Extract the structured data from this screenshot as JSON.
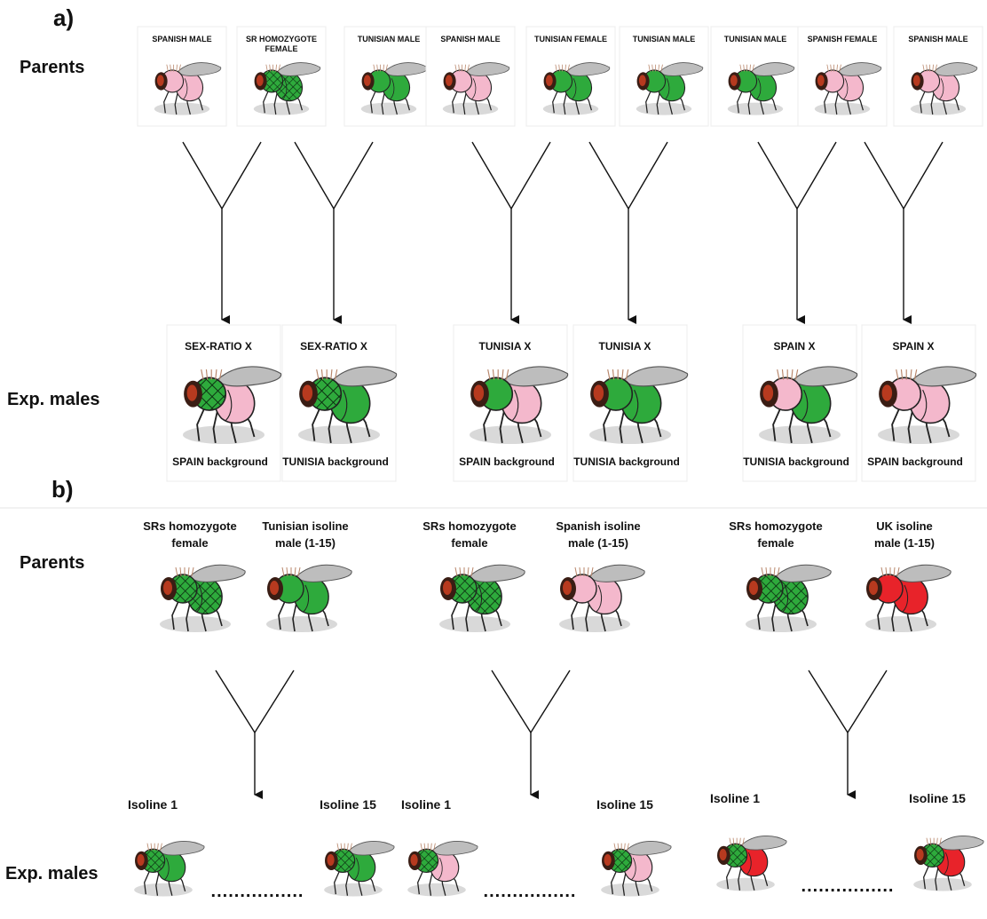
{
  "panel_a": {
    "label": "a)",
    "parents_label": "Parents",
    "exp_label": "Exp. males",
    "parents": [
      {
        "label": "SPANISH MALE",
        "body_color": "#f4b8cc",
        "thorax_color": "#f4b8cc",
        "thorax_pattern": "solid"
      },
      {
        "label": [
          "SR HOMOZYGOTE",
          "FEMALE"
        ],
        "body_color": "#2eaa3c",
        "thorax_color": "#2eaa3c",
        "thorax_pattern": "crosshatch",
        "abdomen_pattern": "crosshatch"
      },
      {
        "label": "TUNISIAN MALE",
        "body_color": "#2eaa3c",
        "thorax_color": "#2eaa3c",
        "thorax_pattern": "solid"
      },
      {
        "label": "SPANISH MALE",
        "body_color": "#f4b8cc",
        "thorax_color": "#f4b8cc",
        "thorax_pattern": "solid"
      },
      {
        "label": "TUNISIAN FEMALE",
        "body_color": "#2eaa3c",
        "thorax_color": "#2eaa3c",
        "thorax_pattern": "solid"
      },
      {
        "label": "TUNISIAN MALE",
        "body_color": "#2eaa3c",
        "thorax_color": "#2eaa3c",
        "thorax_pattern": "solid"
      },
      {
        "label": "TUNISIAN MALE",
        "body_color": "#2eaa3c",
        "thorax_color": "#2eaa3c",
        "thorax_pattern": "solid"
      },
      {
        "label": "SPANISH FEMALE",
        "body_color": "#f4b8cc",
        "thorax_color": "#f4b8cc",
        "thorax_pattern": "solid"
      },
      {
        "label": "SPANISH MALE",
        "body_color": "#f4b8cc",
        "thorax_color": "#f4b8cc",
        "thorax_pattern": "solid"
      }
    ],
    "offspring": [
      {
        "title": "SEX-RATIO X",
        "subtitle": "SPAIN background",
        "thorax_color": "#2eaa3c",
        "thorax_pattern": "crosshatch",
        "abdomen_color": "#f4b8cc"
      },
      {
        "title": "SEX-RATIO X",
        "subtitle": "TUNISIA background",
        "thorax_color": "#2eaa3c",
        "thorax_pattern": "crosshatch",
        "abdomen_color": "#2eaa3c"
      },
      {
        "title": "TUNISIA X",
        "subtitle": "SPAIN background",
        "thorax_color": "#2eaa3c",
        "thorax_pattern": "solid",
        "abdomen_color": "#f4b8cc"
      },
      {
        "title": "TUNISIA X",
        "subtitle": "TUNISIA background",
        "thorax_color": "#2eaa3c",
        "thorax_pattern": "solid",
        "abdomen_color": "#2eaa3c"
      },
      {
        "title": "SPAIN X",
        "subtitle": "TUNISIA background",
        "thorax_color": "#f4b8cc",
        "thorax_pattern": "solid",
        "abdomen_color": "#2eaa3c"
      },
      {
        "title": "SPAIN X",
        "subtitle": "SPAIN background",
        "thorax_color": "#f4b8cc",
        "thorax_pattern": "solid",
        "abdomen_color": "#f4b8cc"
      }
    ]
  },
  "panel_b": {
    "label": "b)",
    "parents_label": "Parents",
    "exp_label": "Exp. males",
    "crosses": [
      {
        "female": {
          "line1": "SRs homozygote",
          "line2": "female"
        },
        "male": {
          "line1": "Tunisian isoline",
          "line2": "male (1-15)",
          "color": "#2eaa3c"
        },
        "offspring_first": "Isoline 1",
        "offspring_last": "Isoline 15",
        "offspring_abdomen": "#2eaa3c",
        "dots": "................"
      },
      {
        "female": {
          "line1": "SRs homozygote",
          "line2": "female"
        },
        "male": {
          "line1": "Spanish isoline",
          "line2": "male (1-15)",
          "color": "#f4b8cc"
        },
        "offspring_first": "Isoline 1",
        "offspring_last": "Isoline 15",
        "offspring_abdomen": "#f4b8cc",
        "dots": "................"
      },
      {
        "female": {
          "line1": "SRs homozygote",
          "line2": "female"
        },
        "male": {
          "line1": "UK isoline",
          "line2": "male (1-15)",
          "color": "#e8232a"
        },
        "offspring_first": "Isoline 1",
        "offspring_last": "Isoline 15",
        "offspring_abdomen": "#e8232a",
        "dots": "................"
      }
    ]
  },
  "colors": {
    "spain": "#f4b8cc",
    "tunisia": "#2eaa3c",
    "uk": "#e8232a",
    "wing": "#bdbdbd",
    "head": "#3a1d14",
    "eye": "#b73a1f"
  }
}
